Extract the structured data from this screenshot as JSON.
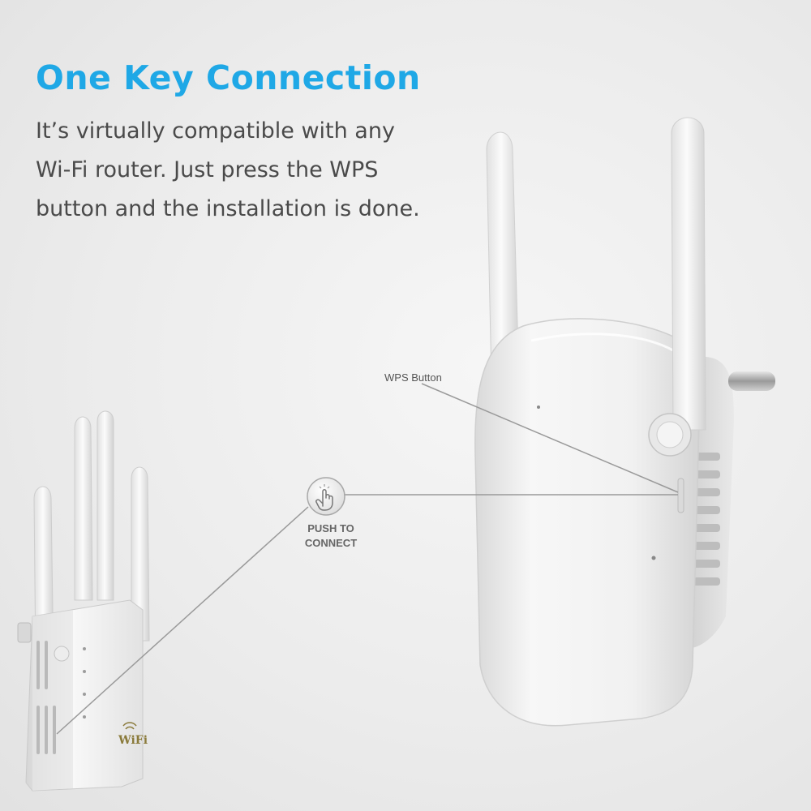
{
  "headline": "One Key Connection",
  "body_lines": [
    "It’s virtually compatible with any",
    "Wi-Fi router. Just press the WPS",
    "button and the installation is done."
  ],
  "callouts": {
    "wps_button": "WPS Button",
    "push_to_connect": [
      "PUSH TO",
      "CONNECT"
    ]
  },
  "small_device_logo": "WiFi",
  "colors": {
    "headline": "#1fa8e6",
    "body_text": "#4a4a4a",
    "device_white": "#f4f4f4"
  },
  "icons": [
    "push-finger-icon"
  ]
}
